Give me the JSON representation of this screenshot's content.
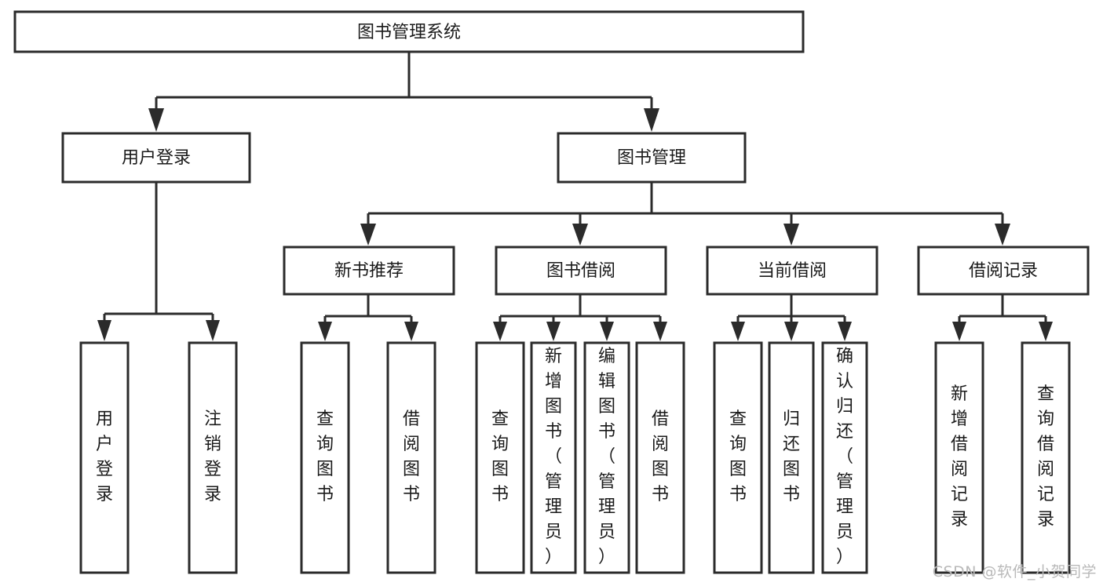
{
  "diagram": {
    "type": "tree-hierarchy-flowchart",
    "title": "图书管理系统",
    "watermark": "CSDN @软件_小贺同学",
    "colors": {
      "stroke": "#2b2b2b",
      "fill": "#ffffff",
      "text": "#1a1a1a",
      "watermark": "#b9b9b9"
    },
    "levels": [
      {
        "level": 1,
        "nodes": [
          {
            "id": "root",
            "label": "图书管理系统",
            "orientation": "horizontal"
          }
        ]
      },
      {
        "level": 2,
        "nodes": [
          {
            "id": "user-login",
            "label": "用户登录",
            "orientation": "horizontal",
            "parent": "root"
          },
          {
            "id": "book-manage",
            "label": "图书管理",
            "orientation": "horizontal",
            "parent": "root"
          }
        ]
      },
      {
        "level": 3,
        "nodes": [
          {
            "id": "new-book-recommend",
            "label": "新书推荐",
            "orientation": "horizontal",
            "parent": "book-manage"
          },
          {
            "id": "book-borrow",
            "label": "图书借阅",
            "orientation": "horizontal",
            "parent": "book-manage"
          },
          {
            "id": "current-borrow",
            "label": "当前借阅",
            "orientation": "horizontal",
            "parent": "book-manage"
          },
          {
            "id": "borrow-record",
            "label": "借阅记录",
            "orientation": "horizontal",
            "parent": "book-manage"
          }
        ]
      },
      {
        "level": 4,
        "nodes": [
          {
            "id": "leaf-user-login",
            "label": "用户登录",
            "orientation": "vertical",
            "parent": "user-login"
          },
          {
            "id": "leaf-user-logout",
            "label": "注销登录",
            "orientation": "vertical",
            "parent": "user-login"
          },
          {
            "id": "leaf-query-book-1",
            "label": "查询图书",
            "orientation": "vertical",
            "parent": "new-book-recommend"
          },
          {
            "id": "leaf-borrow-book-1",
            "label": "借阅图书",
            "orientation": "vertical",
            "parent": "new-book-recommend"
          },
          {
            "id": "leaf-query-book-2",
            "label": "查询图书",
            "orientation": "vertical",
            "parent": "book-borrow"
          },
          {
            "id": "leaf-add-book",
            "label": "新增图书（管理员）",
            "orientation": "vertical",
            "parent": "book-borrow"
          },
          {
            "id": "leaf-edit-book",
            "label": "编辑图书（管理员）",
            "orientation": "vertical",
            "parent": "book-borrow"
          },
          {
            "id": "leaf-borrow-book-2",
            "label": "借阅图书",
            "orientation": "vertical",
            "parent": "book-borrow"
          },
          {
            "id": "leaf-query-book-3",
            "label": "查询图书",
            "orientation": "vertical",
            "parent": "current-borrow"
          },
          {
            "id": "leaf-return-book",
            "label": "归还图书",
            "orientation": "vertical",
            "parent": "current-borrow"
          },
          {
            "id": "leaf-confirm-return",
            "label": "确认归还（管理员）",
            "orientation": "vertical",
            "parent": "current-borrow"
          },
          {
            "id": "leaf-add-record",
            "label": "新增借阅记录",
            "orientation": "vertical",
            "parent": "borrow-record"
          },
          {
            "id": "leaf-query-record",
            "label": "查询借阅记录",
            "orientation": "vertical",
            "parent": "borrow-record"
          }
        ]
      }
    ]
  }
}
